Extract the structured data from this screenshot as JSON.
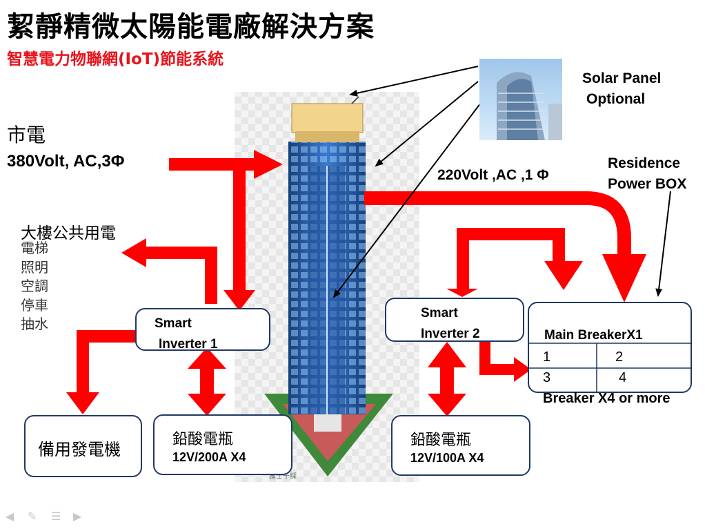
{
  "title": "絜靜精微太陽能電廠解決方案",
  "subtitle": "智慧電力物聯網(IoT)節能系統",
  "city_power": {
    "label": "市電",
    "spec": "380Volt, AC,3Φ"
  },
  "public_power": {
    "label": "大樓公共用電",
    "items": [
      "電梯",
      "照明",
      "空調",
      "停車",
      "抽水"
    ]
  },
  "solar_panel": {
    "line1": "Solar Panel",
    "line2": "Optional"
  },
  "residence_box": {
    "line1": "Residence",
    "line2": "Power BOX"
  },
  "voltage_220": "220Volt ,AC ,1 Φ",
  "inverter1": {
    "line1": "Smart",
    "line2": "Inverter 1"
  },
  "inverter2": {
    "line1": "Smart",
    "line2": "Inverter 2"
  },
  "main_breaker": {
    "title": "Main BreakerX1",
    "cells": [
      "1",
      "2",
      "3",
      "4"
    ],
    "footer": "Breaker X4  or more"
  },
  "generator": "備用發電機",
  "battery1": {
    "line1": "鉛酸電瓶",
    "line2": "12V/200A X4"
  },
  "battery2": {
    "line1": "鉛酸電瓶",
    "line2": "12V/100A X4"
  },
  "colors": {
    "arrow_red": "#ff0000",
    "box_border": "#1f3864",
    "subtitle_red": "#e8141c",
    "building_blue": "#2b5fa8"
  },
  "icons": [
    "building-image",
    "solar-tower-image",
    "prev-icon",
    "pen-icon",
    "menu-icon",
    "next-icon"
  ]
}
